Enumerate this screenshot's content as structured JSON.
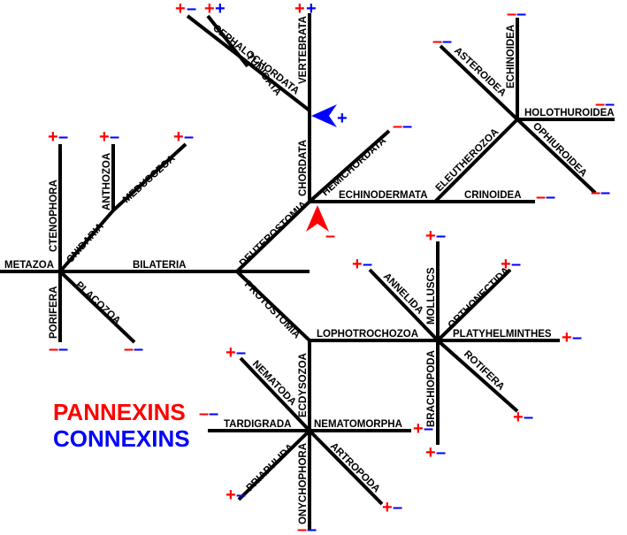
{
  "colors": {
    "pannexin": "#ff0000",
    "connexin": "#0000ff",
    "line": "#000000"
  },
  "labels": {
    "metazoa": "METAZOA",
    "bilateria": "BILATERIA",
    "ctenophora": "CTENOPHORA",
    "cnidaria": "CNIDARIA",
    "anthozoa": "ANTHOZOA",
    "medusozoa": "MEDUSOZOA",
    "porifera": "PORIFERA",
    "placozoa": "PLACOZOA",
    "deuterostomia": "DEUTEROSTOMIA",
    "chordata": "CHORDATA",
    "tunicata": "TUNICATA",
    "cephalochordata": "CEPHALOCHORDATA",
    "vertebrata": "VERTEBRATA",
    "hemichordata": "HEMICHORDATA",
    "echinodermata": "ECHINODERMATA",
    "crinoidea": "CRINOIDEA",
    "eleutherozoa": "ELEUTHEROZOA",
    "asteroidea": "ASTEROIDEA",
    "echinoidea": "ECHINOIDEA",
    "holothuroidea": "HOLOTHUROIDEA",
    "ophiuroidea": "OPHIUROIDEA",
    "protostomia": "PROTOSTOMIA",
    "lophotrochozoa": "LOPHOTROCHOZOA",
    "annelida": "ANNELIDA",
    "molluscs": "MOLLUSCS",
    "orthonectida": "ORTHONECTIDA",
    "platyhelminthes": "PLATYHELMINTHES",
    "rotifera": "ROTIFERA",
    "brachiopoda": "BRACHIOPODA",
    "ecdysozoa": "ECDYSOZOA",
    "nematoda": "NEMATODA",
    "tardigrada": "TARDIGRADA",
    "nematomorpha": "NEMATOMORPHA",
    "priapulida": "PRIAPULIDA",
    "onychophora": "ONYCHOPHORA",
    "artropoda": "ARTROPODA"
  },
  "signs": {
    "plus": "+",
    "minus": "–"
  },
  "legend": {
    "pannexins": "PANNEXINS",
    "connexins": "CONNEXINS"
  }
}
